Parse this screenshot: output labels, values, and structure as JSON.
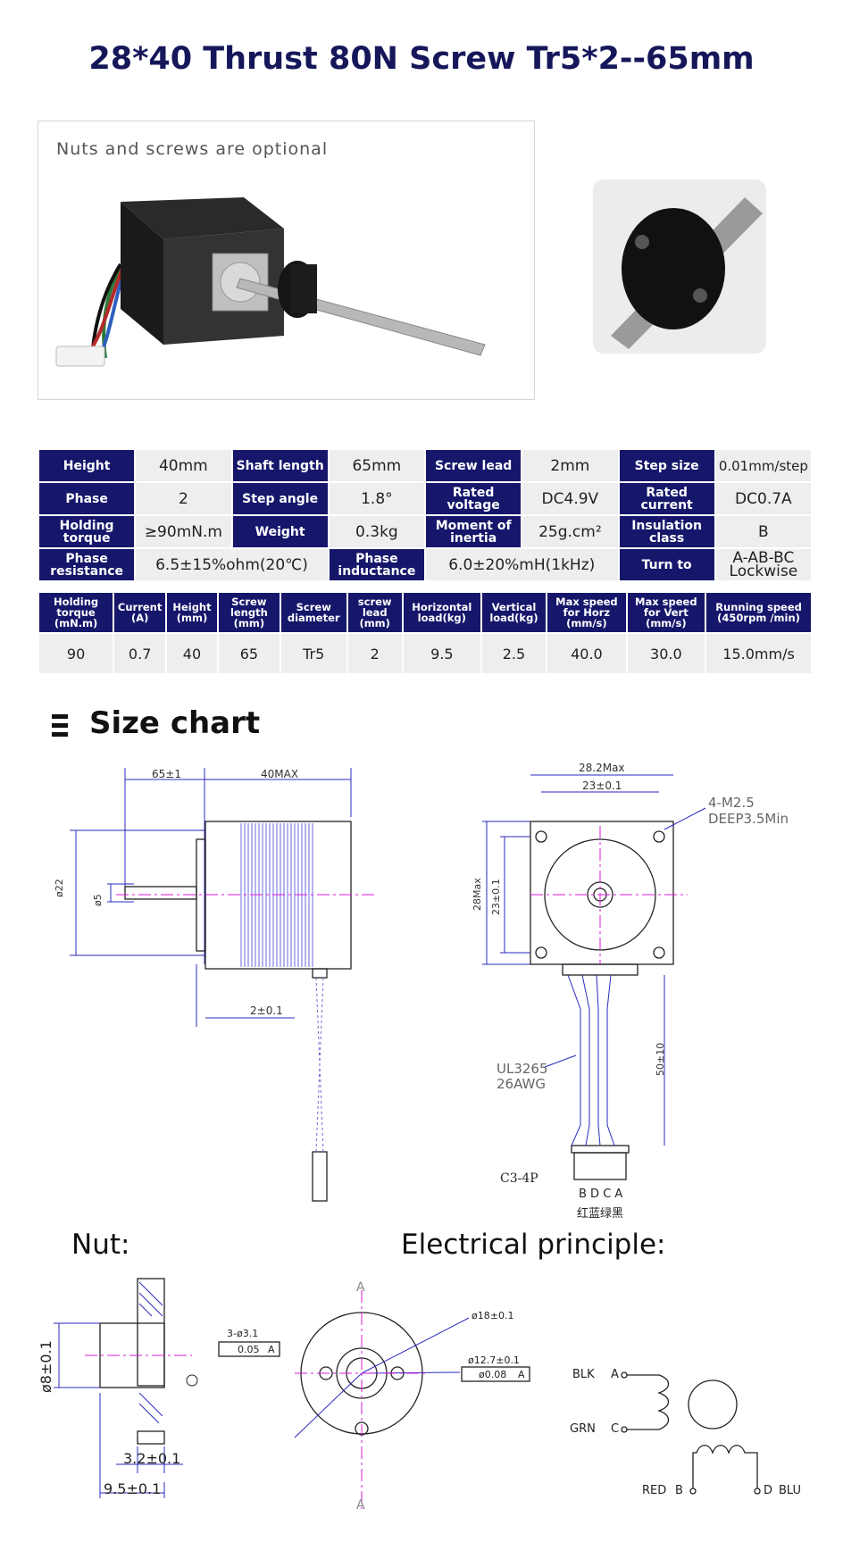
{
  "title": "28*40 Thrust 80N Screw Tr5*2--65mm",
  "photo_caption": "Nuts and screws are optional",
  "spec_rows": [
    [
      {
        "h": "Height"
      },
      {
        "v": "40mm"
      },
      {
        "h": "Shaft length"
      },
      {
        "v": "65mm"
      },
      {
        "h": "Screw lead"
      },
      {
        "v": "2mm"
      },
      {
        "h": "Step size"
      },
      {
        "v": "0.01mm/step"
      }
    ],
    [
      {
        "h": "Phase"
      },
      {
        "v": "2"
      },
      {
        "h": "Step angle"
      },
      {
        "v": "1.8°"
      },
      {
        "h": "Rated voltage"
      },
      {
        "v": "DC4.9V"
      },
      {
        "h": "Rated current"
      },
      {
        "v": "DC0.7A"
      }
    ],
    [
      {
        "h": "Holding torque"
      },
      {
        "v": "≥90mN.m"
      },
      {
        "h": "Weight"
      },
      {
        "v": "0.3kg"
      },
      {
        "h": "Moment of inertia"
      },
      {
        "v": "25g.cm²"
      },
      {
        "h": "Insulation class"
      },
      {
        "v": "B"
      }
    ],
    [
      {
        "h": "Phase resistance"
      },
      {
        "v": "6.5±15%ohm(20℃)"
      },
      {
        "h": "Phase inductance"
      },
      {
        "v": "6.0±20%mH(1kHz)"
      },
      {
        "h": "Turn to"
      },
      {
        "v": "A-AB-BC Lockwise"
      }
    ]
  ],
  "data_table": {
    "headers": [
      "Holding torque (mN.m)",
      "Current (A)",
      "Height (mm)",
      "Screw length (mm)",
      "Screw diameter",
      "screw lead (mm)",
      "Horizontal load(kg)",
      "Vertical load(kg)",
      "Max speed for Horz (mm/s)",
      "Max speed for Vert (mm/s)",
      "Running speed (450rpm /min)"
    ],
    "values": [
      "90",
      "0.7",
      "40",
      "65",
      "Tr5",
      "2",
      "9.5",
      "2.5",
      "40.0",
      "30.0",
      "15.0mm/s"
    ]
  },
  "size_chart_title": "Size chart",
  "drawing_labels": {
    "d1": "65±1",
    "d2": "40MAX",
    "d3": "ø22",
    "d4": "ø5",
    "d5": "2±0.1",
    "d6": "28.2Max",
    "d7": "23±0.1",
    "d8": "4-M2.5",
    "d9": "DEEP3.5Min",
    "d10": "28Max",
    "d11": "23±0.1",
    "d12": "UL3265",
    "d13": "26AWG",
    "d14": "50±10",
    "d15": "C3-4P",
    "d16": "B D C A",
    "d17": "红蓝绿黑"
  },
  "nut_label": "Nut:",
  "elec_label": "Electrical principle:",
  "nut_dims": {
    "n1": "ø8±0.1",
    "n2": "3.2±0.1",
    "n3": "9.5±0.1",
    "n4": "3-ø3.1",
    "n5": "0.05",
    "n6": "A",
    "n7": "ø18±0.1",
    "n8": "ø12.7±0.1",
    "n9": "ø0.08",
    "n10": "A",
    "n11": "A",
    "n12": "A"
  },
  "elec": {
    "blk": "BLK",
    "a": "A",
    "grn": "GRN",
    "c": "C",
    "red": "RED",
    "b": "B",
    "d": "D",
    "blu": "BLU"
  }
}
